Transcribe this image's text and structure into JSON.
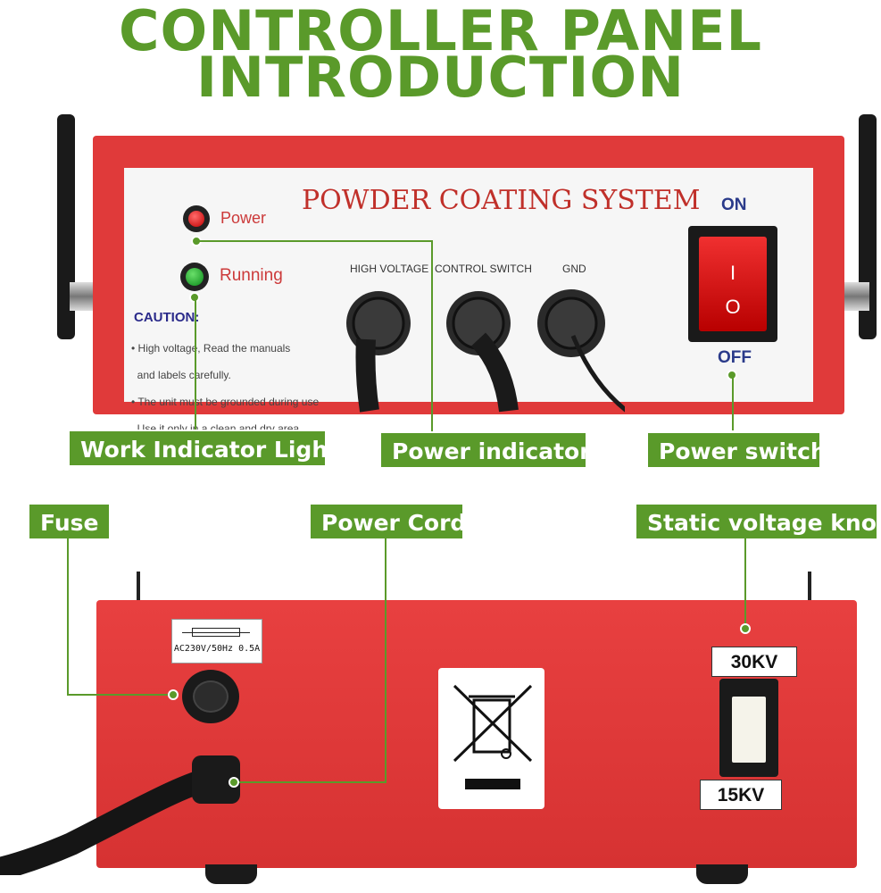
{
  "heading": {
    "line1": "CONTROLLER PANEL",
    "line2": "INTRODUCTION"
  },
  "front_panel": {
    "system_title": "POWDER COATING SYSTEM",
    "power_led_label": "Power",
    "running_led_label": "Running",
    "caution_title": "CAUTION:",
    "caution_lines": [
      "• High voltage, Read the manuals",
      "  and labels carefully.",
      "• The unit must be grounded during use",
      "  Use it only in a clean and dry area."
    ],
    "port_labels": [
      "HIGH VOLTAGE",
      "CONTROL SWITCH",
      "GND"
    ],
    "switch_on_label": "ON",
    "switch_off_label": "OFF",
    "switch_marks": [
      "I",
      "O"
    ]
  },
  "back_panel": {
    "fuse_label": "AC230V/50Hz 0.5A",
    "knob_top_label": "30KV",
    "knob_bottom_label": "15KV"
  },
  "callouts": {
    "work_indicator": "Work Indicator Light",
    "power_indicator": "Power indicator",
    "power_switch": "Power switch",
    "fuse": "Fuse",
    "power_cord": "Power Cord",
    "static_voltage_knob": "Static voltage knob"
  },
  "colors": {
    "accent_green": "#5a9a2a",
    "casing_red": "#e03a3a",
    "title_red": "#c0302a",
    "led_red": "#d01010",
    "led_green": "#10a020"
  }
}
